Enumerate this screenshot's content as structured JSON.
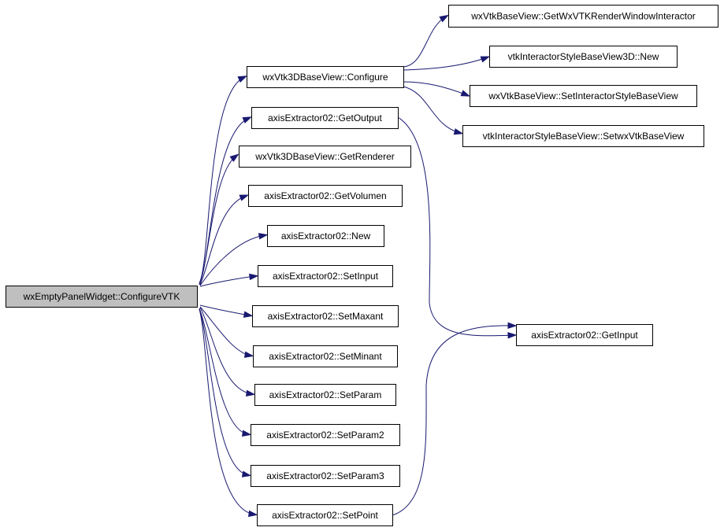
{
  "graph": {
    "root": "wxEmptyPanelWidget::ConfigureVTK",
    "nodes": {
      "root": "wxEmptyPanelWidget::ConfigureVTK",
      "configure": "wxVtk3DBaseView::Configure",
      "get_output": "axisExtractor02::GetOutput",
      "get_renderer": "wxVtk3DBaseView::GetRenderer",
      "get_volumen": "axisExtractor02::GetVolumen",
      "new": "axisExtractor02::New",
      "set_input": "axisExtractor02::SetInput",
      "set_maxant": "axisExtractor02::SetMaxant",
      "set_minant": "axisExtractor02::SetMinant",
      "set_param": "axisExtractor02::SetParam",
      "set_param2": "axisExtractor02::SetParam2",
      "set_param3": "axisExtractor02::SetParam3",
      "set_point": "axisExtractor02::SetPoint",
      "get_rwi": "wxVtkBaseView::GetWxVTKRenderWindowInteractor",
      "style3d_new": "vtkInteractorStyleBaseView3D::New",
      "set_style": "wxVtkBaseView::SetInteractorStyleBaseView",
      "set_wxvtk": "vtkInteractorStyleBaseView::SetwxVtkBaseView",
      "get_input": "axisExtractor02::GetInput"
    },
    "edges": [
      [
        "root",
        "configure"
      ],
      [
        "root",
        "get_output"
      ],
      [
        "root",
        "get_renderer"
      ],
      [
        "root",
        "get_volumen"
      ],
      [
        "root",
        "new"
      ],
      [
        "root",
        "set_input"
      ],
      [
        "root",
        "set_maxant"
      ],
      [
        "root",
        "set_minant"
      ],
      [
        "root",
        "set_param"
      ],
      [
        "root",
        "set_param2"
      ],
      [
        "root",
        "set_param3"
      ],
      [
        "root",
        "set_point"
      ],
      [
        "configure",
        "get_rwi"
      ],
      [
        "configure",
        "style3d_new"
      ],
      [
        "configure",
        "set_style"
      ],
      [
        "configure",
        "set_wxvtk"
      ],
      [
        "get_output",
        "get_input"
      ],
      [
        "set_point",
        "get_input"
      ]
    ],
    "colors": {
      "edge": "#191970",
      "root_fill": "#bfbfbf",
      "node_fill": "#ffffff",
      "border": "#000000"
    }
  }
}
